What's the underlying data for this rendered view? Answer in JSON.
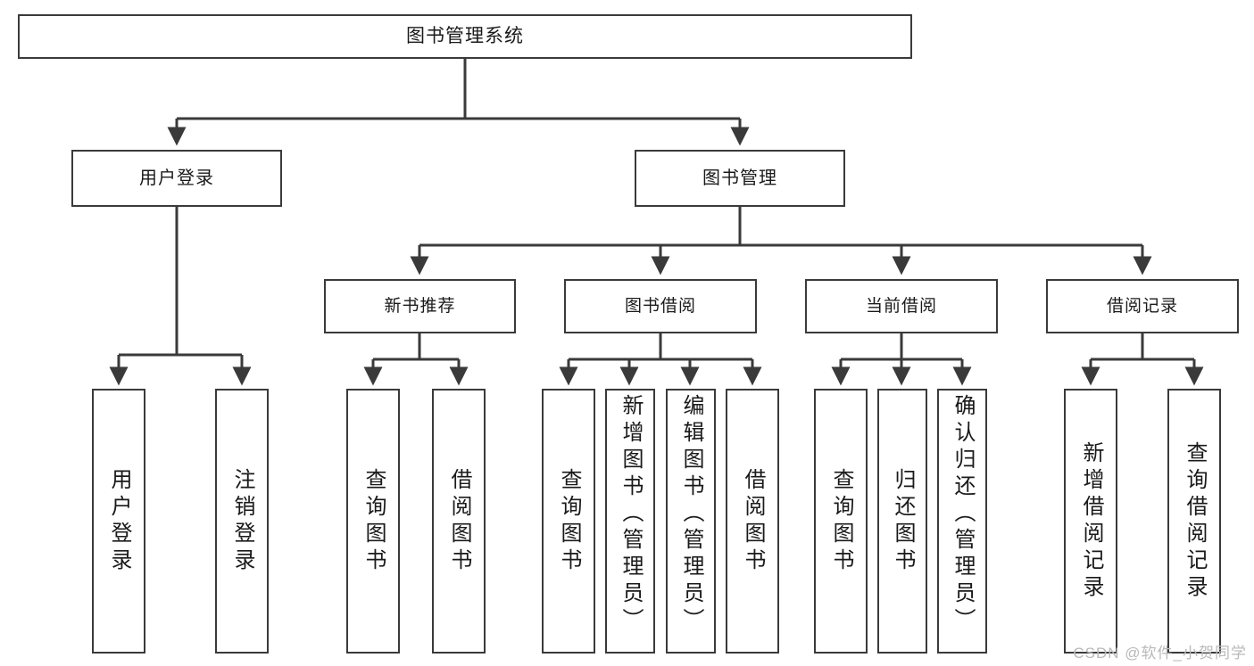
{
  "diagram": {
    "title": "图书管理系统",
    "watermark": "CSDN @软件_小贺同学",
    "stroke_color": "#3a3a3a",
    "background_color": "#ffffff",
    "text_color": "#1a1a1a",
    "watermark_color": "#b9b9b9",
    "root": {
      "label": "图书管理系统"
    },
    "level2": [
      {
        "label": "用户登录"
      },
      {
        "label": "图书管理"
      }
    ],
    "level3": [
      {
        "label": "新书推荐"
      },
      {
        "label": "图书借阅"
      },
      {
        "label": "当前借阅"
      },
      {
        "label": "借阅记录"
      }
    ],
    "leaves": [
      {
        "label": "用户登录",
        "parent": "用户登录"
      },
      {
        "label": "注销登录",
        "parent": "用户登录"
      },
      {
        "label": "查询图书",
        "parent": "新书推荐"
      },
      {
        "label": "借阅图书",
        "parent": "新书推荐"
      },
      {
        "label": "查询图书",
        "parent": "图书借阅"
      },
      {
        "label": "新增图书（管理员）",
        "parent": "图书借阅"
      },
      {
        "label": "编辑图书（管理员）",
        "parent": "图书借阅"
      },
      {
        "label": "借阅图书",
        "parent": "图书借阅"
      },
      {
        "label": "查询图书",
        "parent": "当前借阅"
      },
      {
        "label": "归还图书",
        "parent": "当前借阅"
      },
      {
        "label": "确认归还（管理员）",
        "parent": "当前借阅"
      },
      {
        "label": "新增借阅记录",
        "parent": "借阅记录"
      },
      {
        "label": "查询借阅记录",
        "parent": "借阅记录"
      }
    ]
  }
}
